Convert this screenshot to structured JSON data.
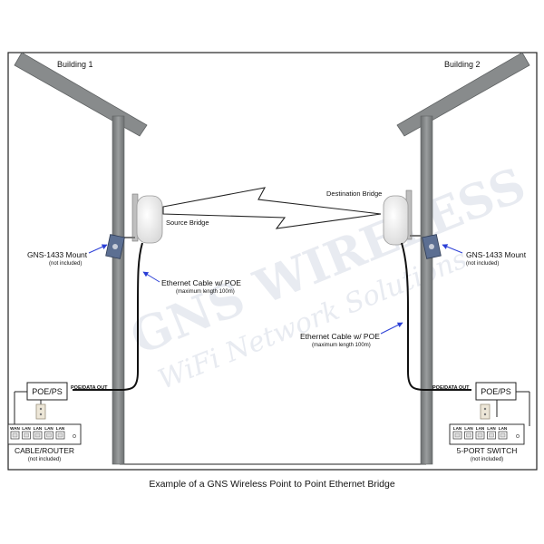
{
  "buildings": {
    "left": {
      "name": "Building 1"
    },
    "right": {
      "name": "Building 2"
    }
  },
  "bridges": {
    "source": "Source Bridge",
    "destination": "Destination Bridge"
  },
  "mounts": {
    "left": {
      "name": "GNS-1433 Mount",
      "note": "(not included)"
    },
    "right": {
      "name": "GNS-1433 Mount",
      "note": "(not included)"
    }
  },
  "cables": {
    "left": {
      "name": "Ethernet Cable w/ POE",
      "note": "(maximum length 100m)"
    },
    "right": {
      "name": "Ethernet Cable w/ POE",
      "note": "(maximum length 100m)"
    }
  },
  "poe": {
    "left": {
      "box": "POE/PS",
      "port": "POE/DATA OUT"
    },
    "right": {
      "box": "POE/PS",
      "port": "POE/DATA OUT"
    }
  },
  "router": {
    "name": "CABLE/ROUTER",
    "note": "(not included)",
    "ports": [
      "WAN",
      "LAN",
      "LAN",
      "LAN",
      "LAN"
    ]
  },
  "switch": {
    "name": "5-PORT SWITCH",
    "note": "(not included)",
    "ports": [
      "LAN",
      "LAN",
      "LAN",
      "LAN",
      "LAN"
    ]
  },
  "watermark": {
    "line1": "GNS WIRELESS",
    "line2": "WiFi Network Solutions"
  },
  "caption": "Example of a GNS Wireless Point to Point Ethernet Bridge",
  "colors": {
    "pole": "#7c7f80",
    "frame": "#222222",
    "arrow": "#2b3fd6",
    "cable": "#111111"
  }
}
